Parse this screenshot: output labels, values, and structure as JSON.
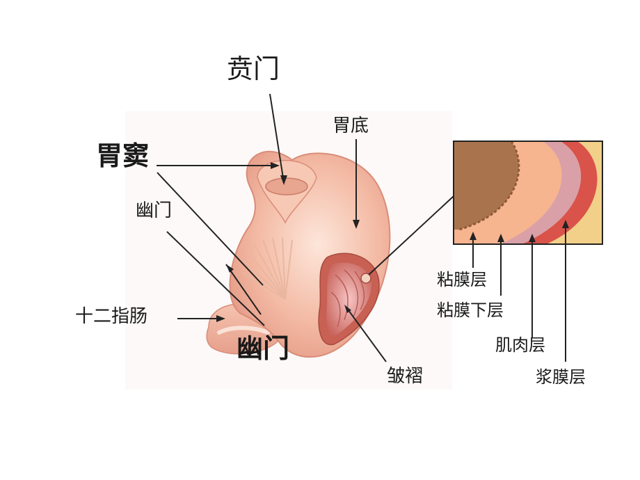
{
  "labels": {
    "cardia": "贲门",
    "fundus": "胃底",
    "antrum": "胃窦",
    "pylorus_small": "幽门",
    "pylorus_large": "幽门",
    "duodenum": "十二指肠",
    "rugae": "皱褶",
    "mucosa": "粘膜层",
    "submucosa": "粘膜下层",
    "muscularis": "肌肉层",
    "serosa": "浆膜层"
  },
  "colors": {
    "stomach_base": "#f2b8a0",
    "stomach_shadow": "#e08f78",
    "stomach_highlight": "#fbe3d6",
    "mucosa_layer": "#a9744d",
    "submucosa_layer": "#f6b48f",
    "submucosa_inner": "#d9a0a8",
    "muscle_layer": "#d9534a",
    "serosa_layer": "#f2d08a",
    "line": "#222222"
  }
}
